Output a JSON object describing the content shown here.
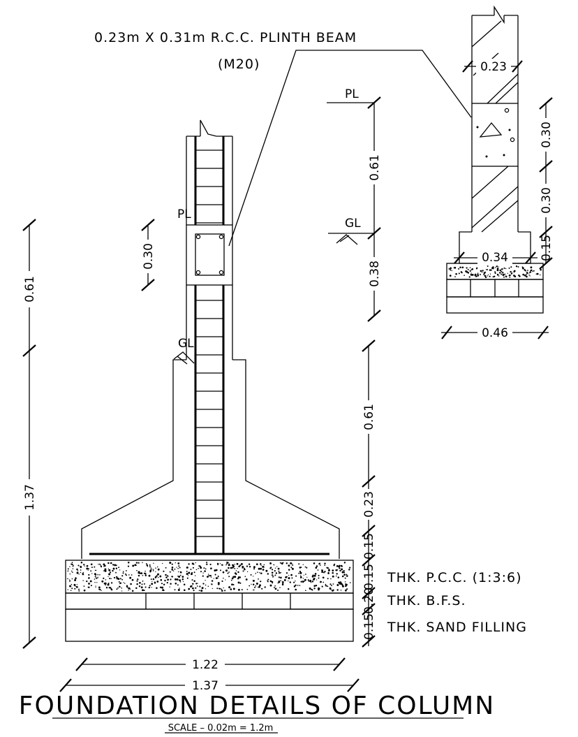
{
  "beam_note": {
    "line1": "0.23m X 0.31m R.C.C. PLINTH BEAM",
    "line2": "(M20)"
  },
  "levels": {
    "pl": "PL",
    "gl": "GL"
  },
  "main_section": {
    "dims": {
      "left_upper": "0.61",
      "left_total": "1.37",
      "plinth_beam": "0.30",
      "right_upper": "0.61",
      "right_slope": "0.23",
      "right_rect": "0.15",
      "pcc": "0.15",
      "bfs": "0.20",
      "sand": "0.15",
      "footing_width": "1.22",
      "overall_width": "1.37"
    }
  },
  "level_markers": {
    "pl_to_gl": "0.61",
    "gl_down": "0.38"
  },
  "beam_section": {
    "dims": {
      "beam_width": "0.23",
      "beam_depth": "0.30",
      "wall_height": "0.30",
      "plinth_step": "0.15",
      "step_width": "0.34",
      "base_width": "0.46"
    }
  },
  "layers": {
    "pcc": "THK. P.C.C. (1:3:6)",
    "bfs": "THK. B.F.S.",
    "sand": "THK. SAND FILLING"
  },
  "title": "FOUNDATION DETAILS OF COLUMN",
  "scale": "SCALE – 0.02m = 1.2m"
}
